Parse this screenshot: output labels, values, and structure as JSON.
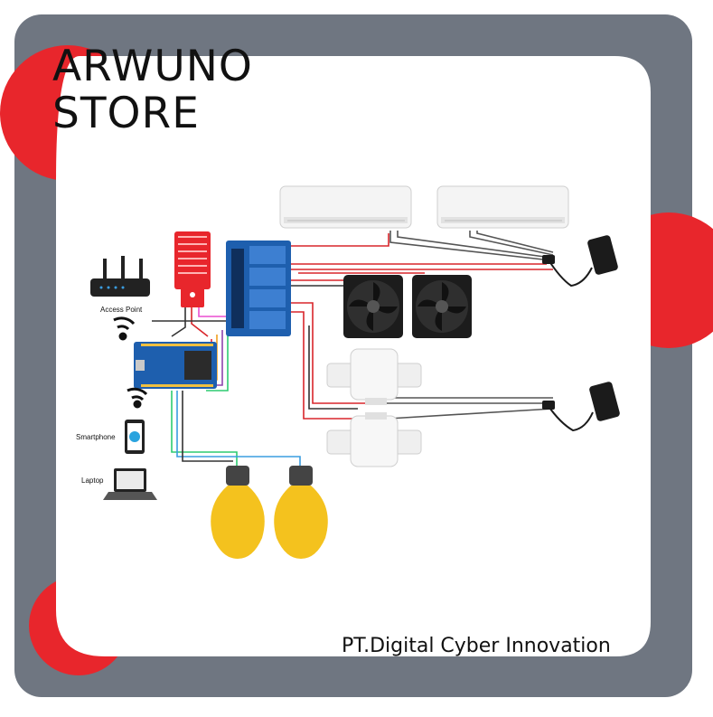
{
  "brand": {
    "line1": "ARWUNO",
    "line2": "STORE"
  },
  "company": "PT.Digital Cyber Innovation",
  "labels": {
    "access_point": "Access Point",
    "smartphone": "Smartphone",
    "laptop": "Laptop"
  },
  "colors": {
    "frame": "#6f7681",
    "accent_red": "#e8262c",
    "board_blue": "#1e5fae",
    "bulb_yellow": "#f4c21e",
    "wire_red": "#d9262b",
    "wire_dark": "#333333"
  },
  "icons": [
    "wifi-router-icon",
    "wifi-signal-icon",
    "smartphone-icon",
    "telegram-icon",
    "laptop-icon",
    "air-conditioner-icon",
    "fan-icon",
    "solenoid-valve-icon",
    "power-adapter-icon",
    "light-bulb-icon",
    "water-sensor-icon",
    "relay-module-icon",
    "microcontroller-icon"
  ]
}
